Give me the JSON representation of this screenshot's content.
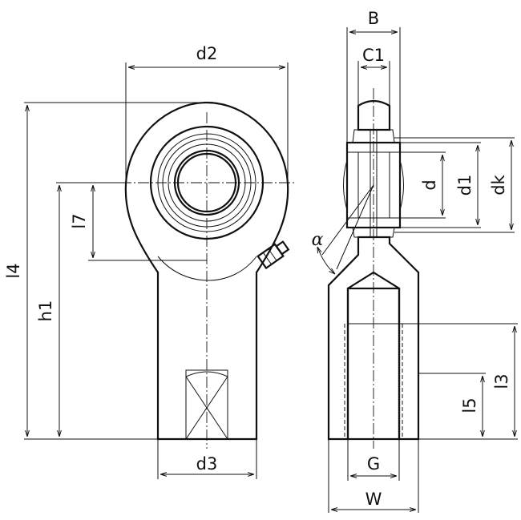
{
  "labels": {
    "B": "B",
    "C1": "C1",
    "d2": "d2",
    "d": "d",
    "d1": "d1",
    "dk": "dk",
    "alpha": "α",
    "l4": "l4",
    "h1": "h1",
    "l7": "l7",
    "l3": "l3",
    "l5": "l5",
    "d3": "d3",
    "G": "G",
    "W": "W"
  },
  "colors": {
    "line": "#111111",
    "background": "#ffffff"
  }
}
